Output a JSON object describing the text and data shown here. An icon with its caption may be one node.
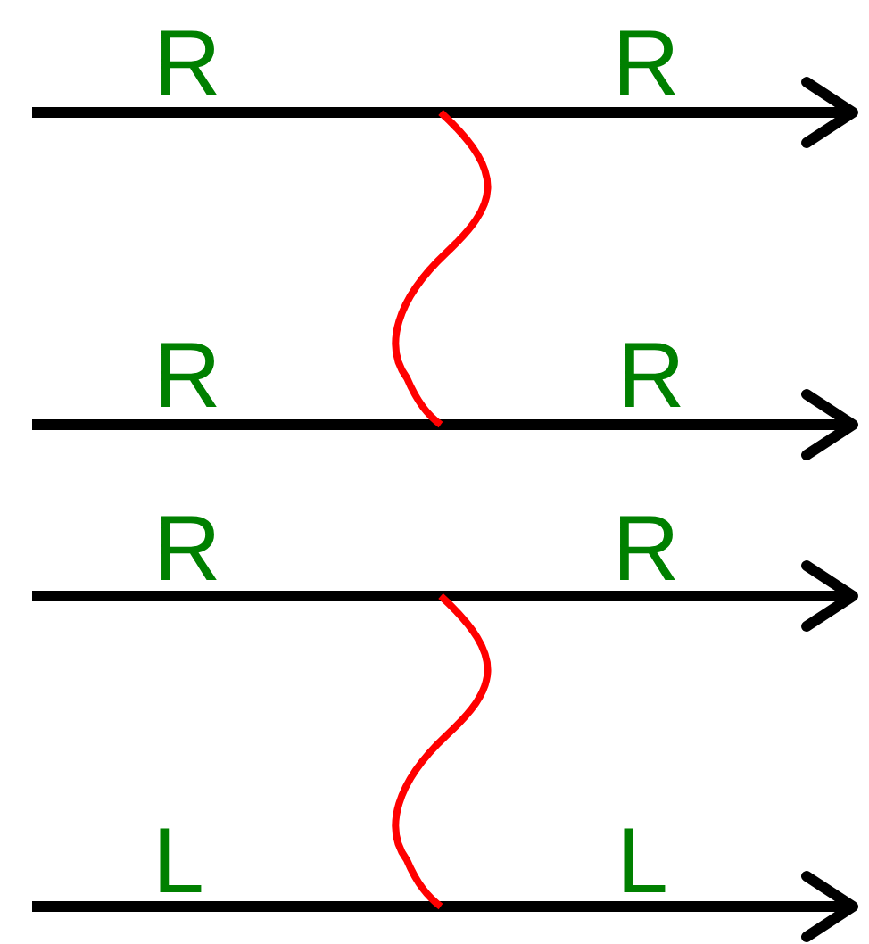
{
  "diagram": {
    "labels": [
      "R",
      "R",
      "R",
      "R",
      "R",
      "R",
      "L",
      "L"
    ]
  }
}
